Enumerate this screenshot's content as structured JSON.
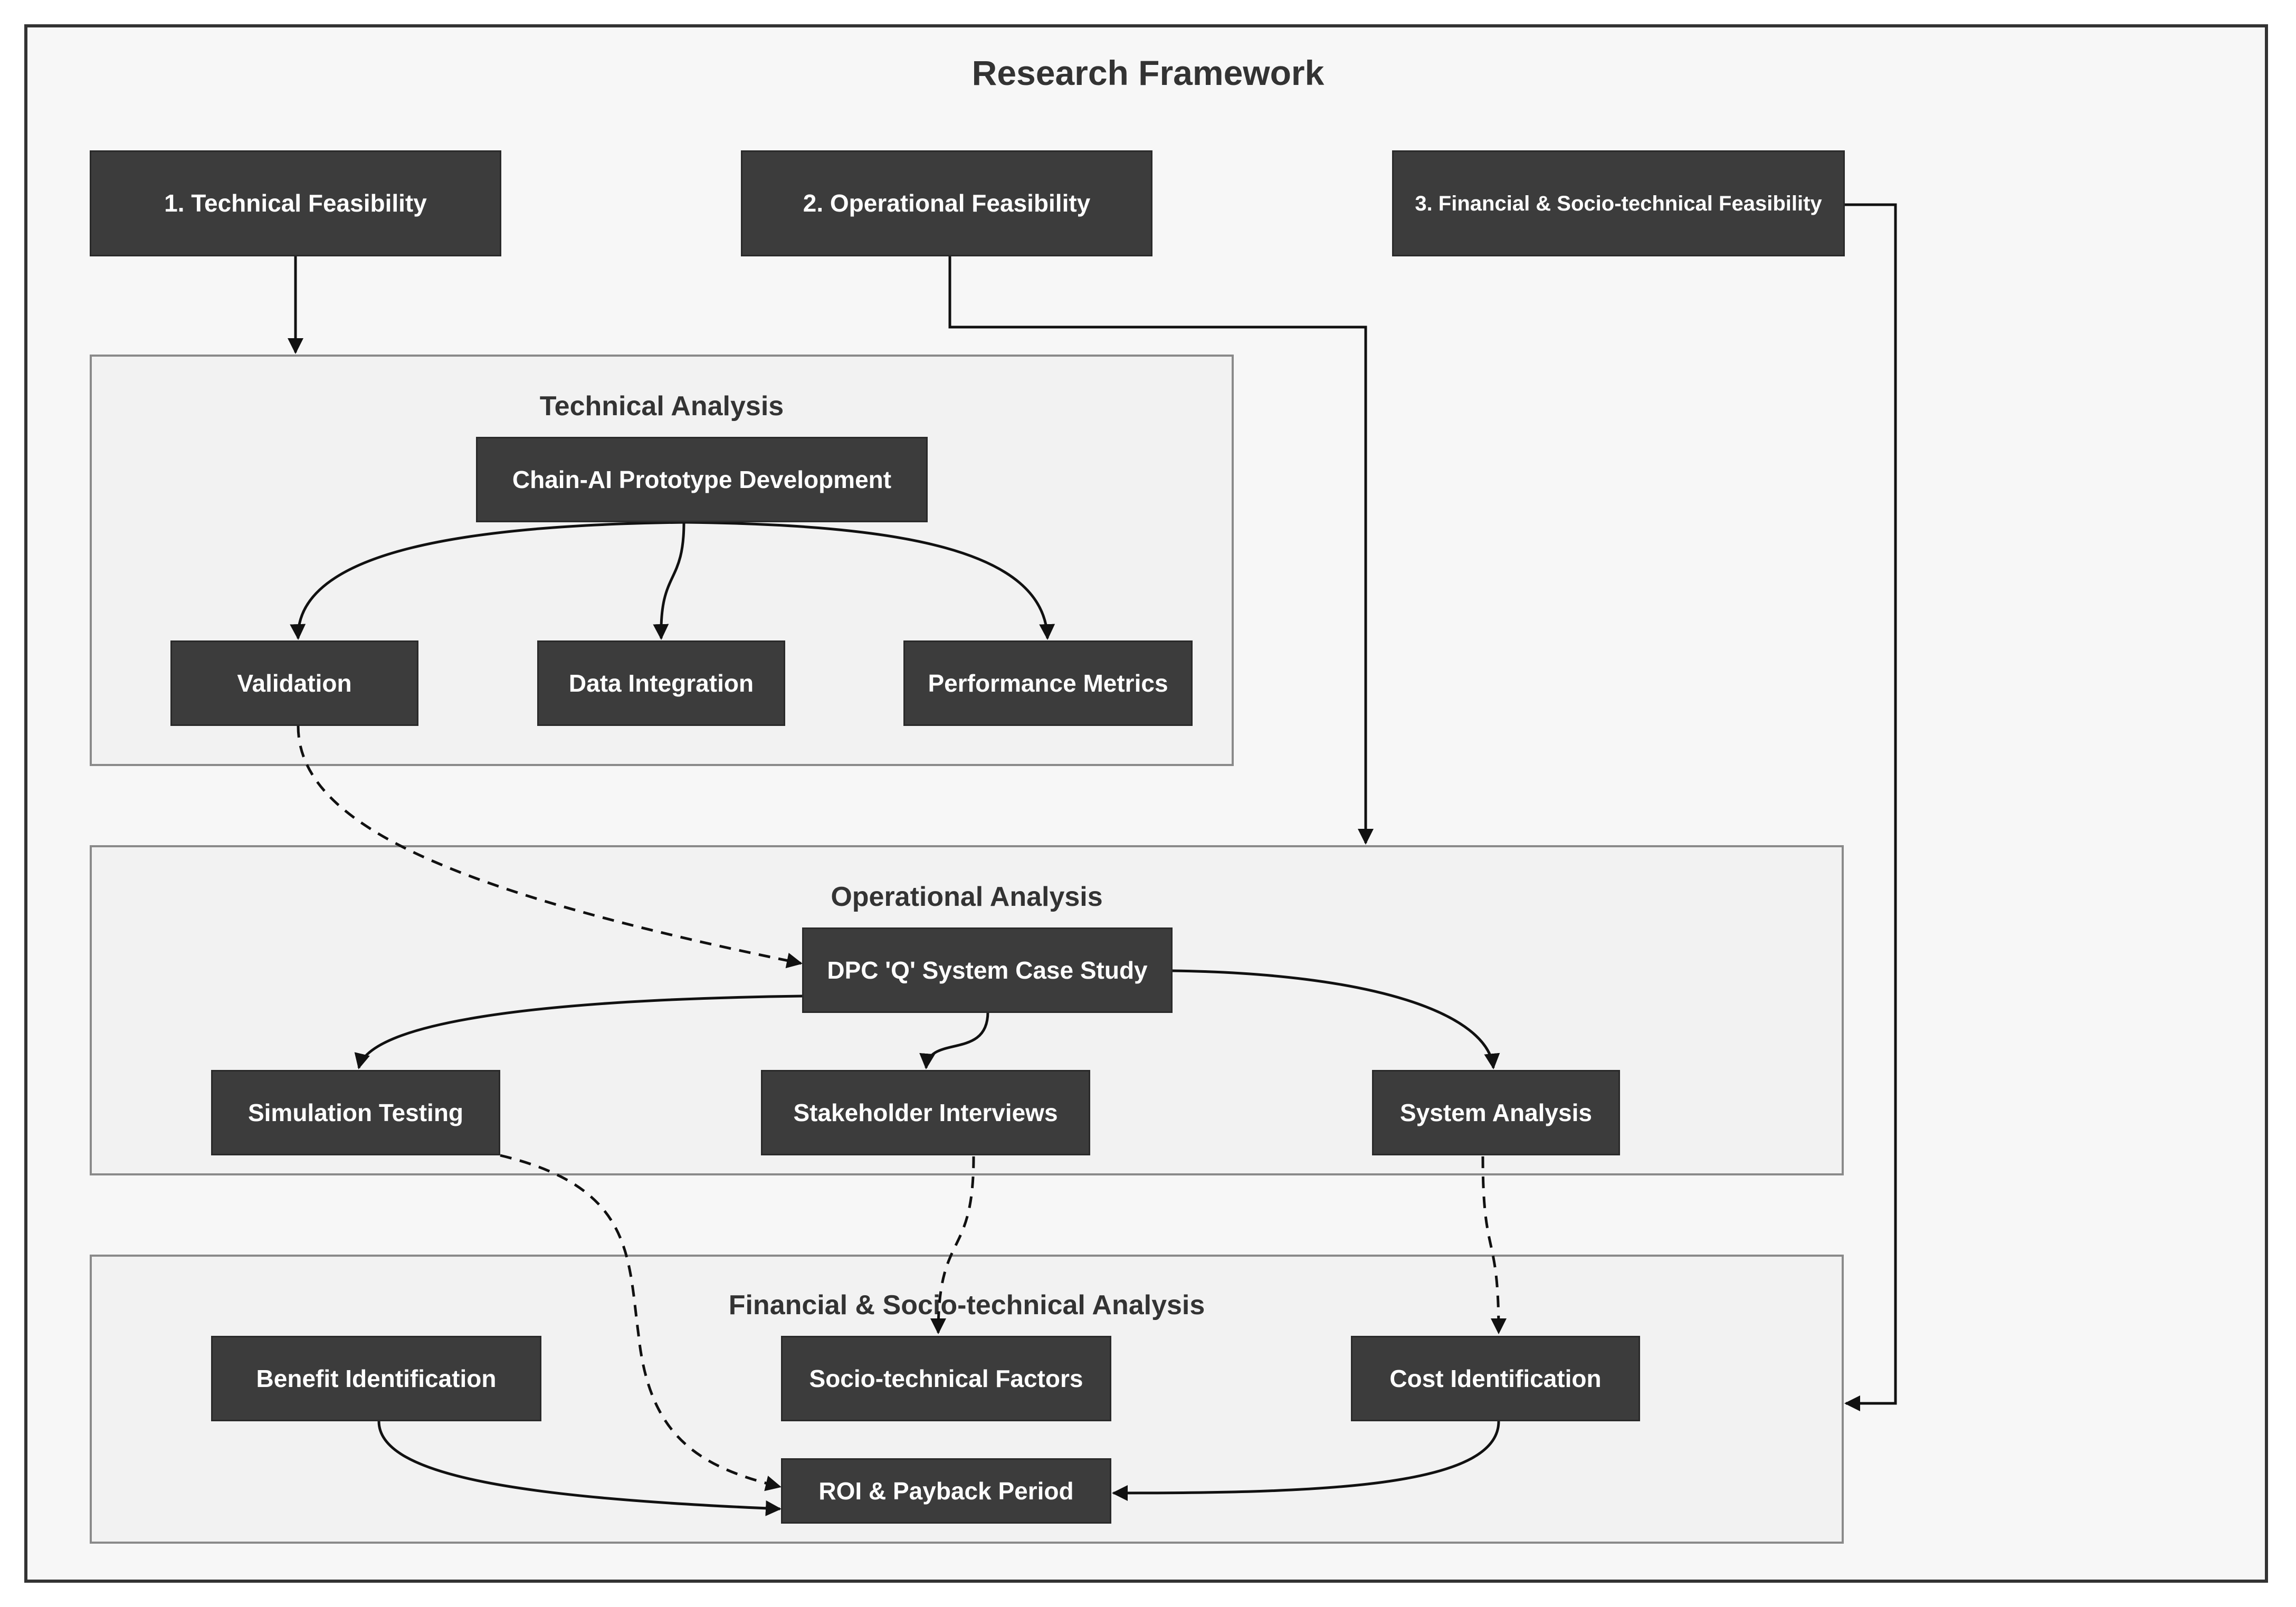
{
  "title": "Research Framework",
  "feasibility": {
    "technical": "1. Technical Feasibility",
    "operational": "2. Operational Feasibility",
    "financial": "3. Financial & Socio-technical Feasibility"
  },
  "technical_analysis": {
    "label": "Technical Analysis",
    "prototype": "Chain-AI Prototype Development",
    "validation": "Validation",
    "data_integration": "Data Integration",
    "performance_metrics": "Performance Metrics"
  },
  "operational_analysis": {
    "label": "Operational Analysis",
    "case_study": "DPC 'Q' System Case Study",
    "simulation_testing": "Simulation Testing",
    "stakeholder_interviews": "Stakeholder Interviews",
    "system_analysis": "System Analysis"
  },
  "financial_analysis": {
    "label": "Financial & Socio-technical Analysis",
    "benefit_identification": "Benefit Identification",
    "socio_technical_factors": "Socio-technical Factors",
    "cost_identification": "Cost Identification",
    "roi_payback": "ROI & Payback Period"
  },
  "colors": {
    "node_fill": "#3c3c3c",
    "node_text": "#ffffff",
    "group_fill": "#f2f2f2",
    "background": "#f7f7f7",
    "edge": "#111111"
  }
}
